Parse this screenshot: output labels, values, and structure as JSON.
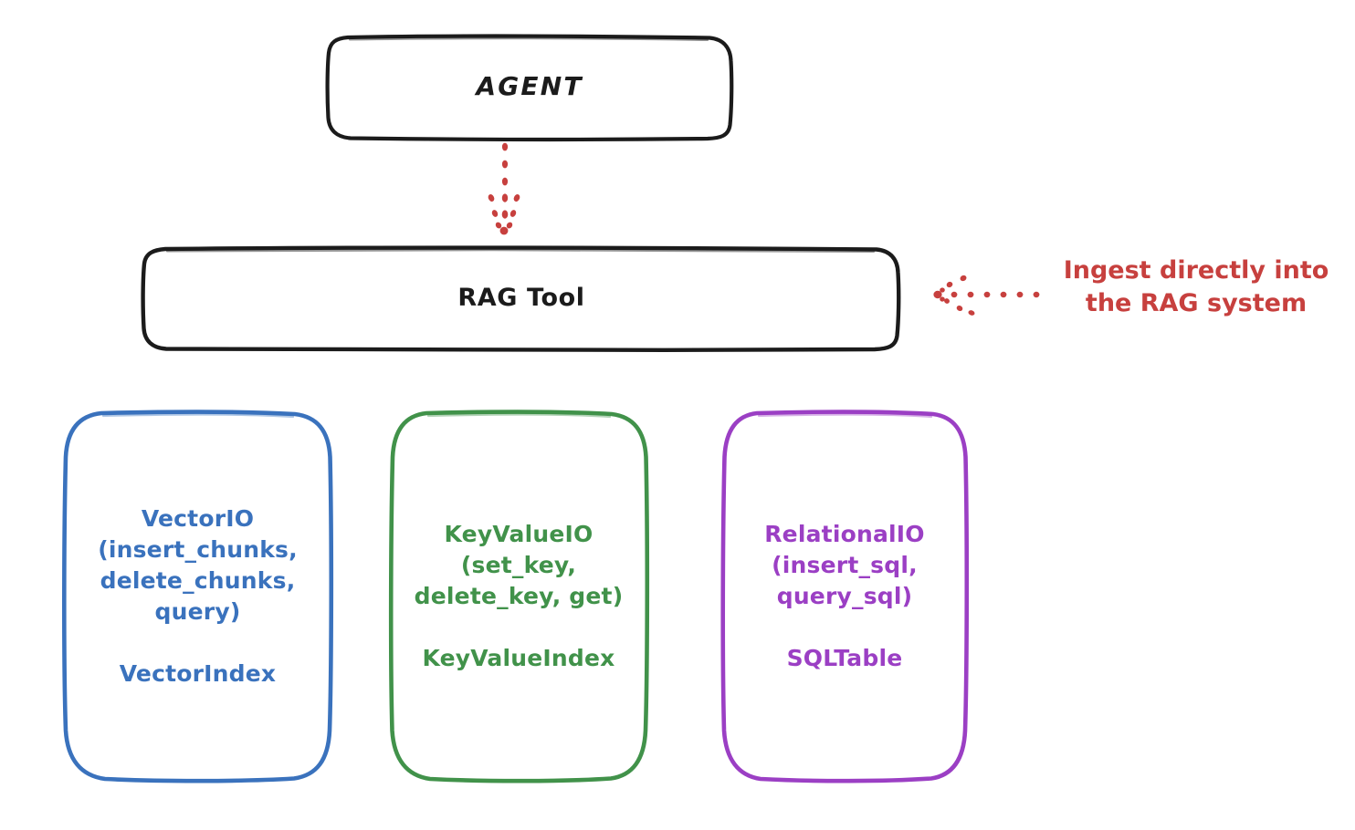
{
  "diagram": {
    "title_node": {
      "label": "AGENT"
    },
    "tool_node": {
      "label": "RAG Tool"
    },
    "stores": [
      {
        "id": "vector",
        "name": "VectorIO",
        "color": "#3a72bd",
        "label": "VectorIO\n(insert_chunks,\ndelete_chunks,\nquery)\n\nVectorIndex"
      },
      {
        "id": "keyvalue",
        "name": "KeyValueIO",
        "color": "#41924a",
        "label": "KeyValueIO\n(set_key,\ndelete_key, get)\n\nKeyValueIndex"
      },
      {
        "id": "relational",
        "name": "RelationalIO",
        "color": "#9b3fc4",
        "label": "RelationalIO\n(insert_sql,\nquery_sql)\n\nSQLTable"
      }
    ],
    "annotation": {
      "text": "Ingest directly into\nthe RAG system",
      "color": "#c7403e"
    },
    "connectors": [
      {
        "id": "agent-to-ragtool",
        "style": "dotted",
        "direction": "down",
        "color": "#c7403e"
      },
      {
        "id": "ingest-into-ragtool",
        "style": "dotted",
        "direction": "left",
        "color": "#c7403e"
      }
    ],
    "colors": {
      "stroke_dark": "#1b1b1b",
      "blue": "#3a72bd",
      "green": "#41924a",
      "purple": "#9b3fc4",
      "red": "#c7403e",
      "background": "#ffffff"
    }
  }
}
